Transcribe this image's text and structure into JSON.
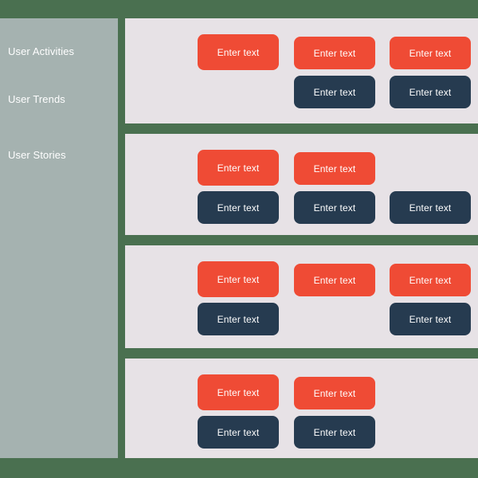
{
  "theme": {
    "background_green": "#4a7050",
    "sidebar_gray": "#a5b2b0",
    "panel_gray": "#e7e2e6",
    "button_red": "#ef4b35",
    "button_navy": "#263b50",
    "button_text": "#ffffff"
  },
  "sidebar": {
    "items": [
      {
        "label": "User Activities"
      },
      {
        "label": "User Trends"
      },
      {
        "label": "User Stories"
      }
    ]
  },
  "main": {
    "panels": [
      {
        "columns": [
          {
            "red": {
              "label": "Enter text"
            },
            "navy": null
          },
          {
            "red": {
              "label": "Enter text"
            },
            "navy": {
              "label": "Enter text"
            }
          },
          {
            "red": {
              "label": "Enter text"
            },
            "navy": {
              "label": "Enter text"
            }
          }
        ]
      },
      {
        "columns": [
          {
            "red": {
              "label": "Enter text"
            },
            "navy": {
              "label": "Enter text"
            }
          },
          {
            "red": {
              "label": "Enter text"
            },
            "navy": {
              "label": "Enter text"
            }
          },
          {
            "red": null,
            "navy": {
              "label": "Enter text"
            }
          }
        ]
      },
      {
        "columns": [
          {
            "red": {
              "label": "Enter text"
            },
            "navy": {
              "label": "Enter text"
            }
          },
          {
            "red": {
              "label": "Enter text"
            },
            "navy": null
          },
          {
            "red": {
              "label": "Enter text"
            },
            "navy": {
              "label": "Enter text"
            }
          }
        ]
      },
      {
        "columns": [
          {
            "red": {
              "label": "Enter text"
            },
            "navy": {
              "label": "Enter text"
            }
          },
          {
            "red": {
              "label": "Enter text"
            },
            "navy": {
              "label": "Enter text"
            }
          },
          {
            "red": null,
            "navy": null
          }
        ]
      }
    ]
  }
}
